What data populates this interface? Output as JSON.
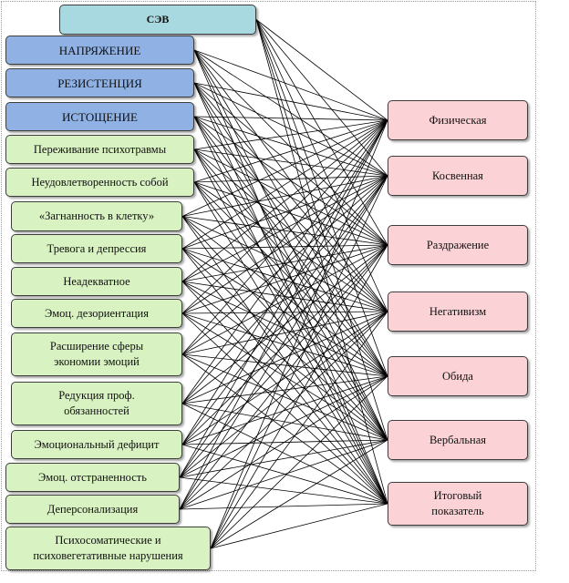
{
  "left_nodes": [
    {
      "label": "СЭВ",
      "kind": "sev"
    },
    {
      "label": "НАПРЯЖЕНИЕ",
      "kind": "blue"
    },
    {
      "label": "РЕЗИСТЕНЦИЯ",
      "kind": "blue"
    },
    {
      "label": "ИСТОЩЕНИЕ",
      "kind": "blue"
    },
    {
      "label": "Переживание психотравмы",
      "kind": "green"
    },
    {
      "label": "Неудовлетворенность собой",
      "kind": "green"
    },
    {
      "label": "«Загнанность в клетку»",
      "kind": "green"
    },
    {
      "label": "Тревога и депрессия",
      "kind": "green"
    },
    {
      "label": "Неадекватное",
      "kind": "green"
    },
    {
      "label": "Эмоц. дезориентация",
      "kind": "green"
    },
    {
      "label": "Расширение сферы\nэкономии эмоций",
      "kind": "green"
    },
    {
      "label": "Редукция проф.\nобязанностей",
      "kind": "green"
    },
    {
      "label": "Эмоциональный дефицит",
      "kind": "green"
    },
    {
      "label": "Эмоц. отстраненность",
      "kind": "green"
    },
    {
      "label": "Деперсонализация",
      "kind": "green"
    },
    {
      "label": "Психосоматические и\nпсиховегетативные нарушения",
      "kind": "green"
    }
  ],
  "right_nodes": [
    {
      "label": "Физическая"
    },
    {
      "label": "Косвенная"
    },
    {
      "label": "Раздражение"
    },
    {
      "label": "Негативизм"
    },
    {
      "label": "Обида"
    },
    {
      "label": "Вербальная"
    },
    {
      "label": "Итоговый\nпоказатель"
    }
  ],
  "colors": {
    "sev": "#a8d8e0",
    "blue": "#8fb1e3",
    "green": "#d8f2c2",
    "pink": "#fbd3d6",
    "edge": "#000000"
  },
  "connections": "all-to-all"
}
